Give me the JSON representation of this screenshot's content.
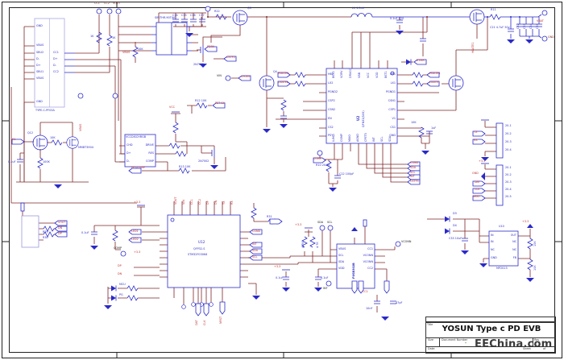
{
  "sheet": {
    "title": "YOSUN Type c PD EVB",
    "watermark": "EEChina.com",
    "f_title": "Title",
    "f_size": "Size",
    "f_doc": "Document Number",
    "f_rev": "Rev",
    "f_date": "Date:",
    "f_sheet": "Sheet",
    "f_of": "of",
    "mark": "*"
  },
  "nets": {
    "cc1": "CC1",
    "cc2": "CC2",
    "vout": "VOUT",
    "vin": "VIN",
    "vbus": "VBUS",
    "vcc": "VCC",
    "vbat": "VBAT",
    "gnd": "GND",
    "p33": "+3.3",
    "hg1": "HGATE1",
    "lg1": "LGATE1",
    "hg2": "HGATE2",
    "lg2": "LGATE2",
    "pdrv": "PDRV",
    "cstf5": "CSTF5",
    "chen": "CH-EN",
    "petgh": "PET-GH",
    "petcomp": "PET-COMP",
    "vtmr": "VTMR",
    "cgnd": "CGND",
    "sda": "SDA",
    "scl": "SCL",
    "int": "INT",
    "comp": "COMP",
    "k1": "K1",
    "led1": "LED1",
    "led2": "LED2",
    "dp": "DP",
    "dn": "DN",
    "tx": "TX",
    "rx": "RX",
    "dat": "DAT",
    "clk": "CLK",
    "nrst": "NRST",
    "vconn": "VCONN",
    "mcu": "MCU",
    "pg": "PG"
  },
  "typec": {
    "part": "TYPE-C-PF03A",
    "left": [
      "GND",
      "VBUS",
      "SBU2",
      "D-",
      "D+",
      "SBU1",
      "VBUS",
      "GND"
    ],
    "right": [
      "CC1",
      "D+",
      "D-",
      "CC2"
    ]
  },
  "j5": {
    "part": "SIP/THR-90TIAG"
  },
  "u2": {
    "ref": "U2",
    "pkg": "QFN32(5X5)",
    "left": [
      "HB2",
      "LX2",
      "PGND2",
      "CSP2",
      "CSN2",
      "EN",
      "CS2",
      "PSYS"
    ],
    "right": [
      "HB1",
      "LX1",
      "PGND1",
      "CSN1",
      "CSP1",
      "V1",
      "CS1",
      "GND"
    ],
    "top": [
      "BST2",
      "VDRV",
      "DRVCC",
      "VBB",
      "VCC",
      "VDD",
      "BST1"
    ],
    "bottom": [
      "ILIM",
      "COMP",
      "MXIO",
      "AGND",
      "CPET5",
      "INT",
      "SCL",
      "SDA"
    ]
  },
  "u6": {
    "hdr": "VCCDISCHRGB",
    "left": [
      "CHD",
      "D+",
      "D-"
    ],
    "right": [
      "DRIVE",
      "RES",
      "COMP"
    ]
  },
  "mcu": {
    "ref": "U12",
    "pkg": "QFP32-S",
    "part": "STM32F030K6",
    "top_nets": [
      "VOUT",
      "VIN",
      "CC1",
      "CC2",
      "DP",
      "DN",
      "TX",
      "RX"
    ]
  },
  "u3": {
    "part": "FUSB302B",
    "left": [
      "VBUS",
      "SCL",
      "SDA",
      "VDD"
    ],
    "right": [
      "CC1",
      "VCONN",
      "VCONN",
      "CC2"
    ]
  },
  "u10": {
    "ref": "U10",
    "part": "MP2013",
    "left": [
      "IN",
      "IN",
      "NC",
      "GND"
    ],
    "right": [
      "OUT",
      "NC",
      "NC",
      "FB"
    ]
  },
  "j3": {
    "pins": [
      "20-1",
      "20-2",
      "20-3",
      "20-4"
    ]
  },
  "j4": {
    "pins": [
      "20-1",
      "20-2",
      "20-3",
      "20-4",
      "20-5"
    ]
  },
  "vals": {
    "r22": "R22",
    "r11": "R11",
    "l1": "L1 1.0uH",
    "c21": "C21 4.7uF 50v",
    "c20": "0.1uF C20",
    "q3": "Q3",
    "q4": "Q4",
    "q5": "2N7002",
    "q6": "2N7002",
    "q12": "Q12",
    "q11": "MMBT3904",
    "r9": "10K",
    "r12": "R12 10K",
    "r13": "R13 10K",
    "r10": "R10 20.3K",
    "c12": "C12 100pF",
    "c14": "C14",
    "c15": "C15",
    "c16": "C16",
    "c17": "C17",
    "c22": "C22",
    "c23": "C23",
    "c24": "C24",
    "c25": "C25",
    "p1": "4.7K",
    "p2": "4.7K",
    "c32": "0.1uF",
    "c34": "0.1uF",
    "c36": "0.1uF",
    "c30": "10nF",
    "c31": "47pF",
    "c33": "C33 10uF",
    "d3": "D3",
    "d4": "D4",
    "rf1": "10K",
    "rf2": "10K",
    "r29": "R29",
    "r30": "R30",
    "r25": "100K",
    "c13": "0.1uF",
    "r26": "10K",
    "r31": "R31",
    "rk1": "1K",
    "rk2": "1K",
    "ru2r": "10K",
    "cu2r": "1uF"
  }
}
